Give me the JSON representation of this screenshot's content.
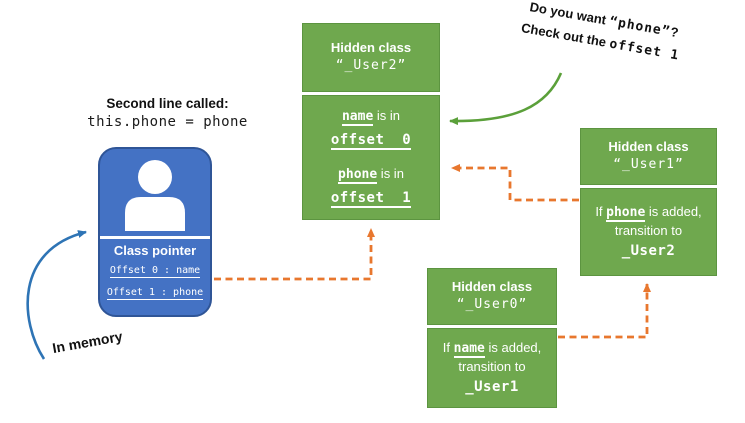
{
  "colors": {
    "box_green": "#6FA84E",
    "box_green_border": "#5C9440",
    "card_blue": "#4472C4",
    "card_blue_border": "#2F5597",
    "arrow_orange": "#E8772E",
    "arrow_blue": "#2E74B5",
    "arrow_green": "#5BA03A",
    "text_white": "#FFFFFF",
    "text_black": "#111111"
  },
  "notes": {
    "second_line_label": "Second line called:",
    "second_line_code": "this.phone = phone",
    "in_memory": "In memory"
  },
  "callout": {
    "line1_pre": "Do you want ",
    "line1_code": "“phone”",
    "line1_post": "?",
    "line2_pre": "Check out the ",
    "line2_code": "offset 1"
  },
  "card": {
    "pointer_label": "Class pointer",
    "offset0": "Offset 0 : name",
    "offset1": "Offset 1 : phone"
  },
  "user2": {
    "header_line1": "Hidden class",
    "header_line2": "“_User2”",
    "row1_token": "name",
    "row1_text": " is in",
    "row1_offset": "offset  0",
    "row2_token": "phone",
    "row2_text": " is in",
    "row2_offset": "offset  1"
  },
  "user1": {
    "header_line1": "Hidden class",
    "header_line2": "“_User1”",
    "body_if": "If ",
    "body_token": "phone",
    "body_after": " is added,",
    "body_line2": "transition to",
    "body_target": "_User2"
  },
  "user0": {
    "header_line1": "Hidden class",
    "header_line2": "“_User0”",
    "body_if": "If ",
    "body_token": "name",
    "body_after": " is added,",
    "body_line2": "transition to",
    "body_target": "_User1"
  }
}
